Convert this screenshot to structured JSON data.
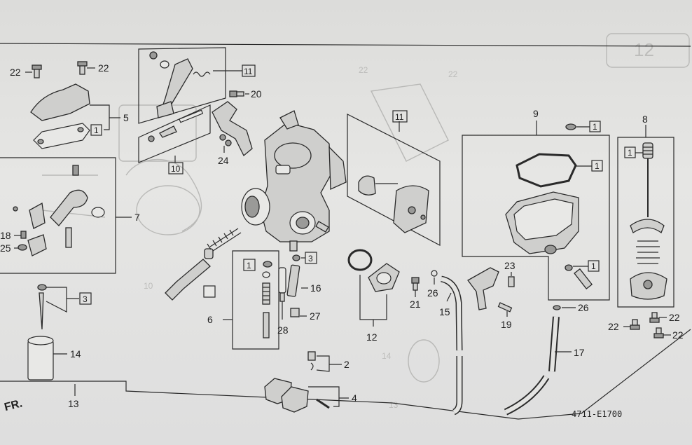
{
  "labels": {
    "p22a": "22",
    "p22b": "22",
    "p5": "5",
    "p7": "7",
    "p18": "18",
    "p25": "25",
    "p3a": "3",
    "p14": "14",
    "p13": "13",
    "p20": "20",
    "p10": "10",
    "p24": "24",
    "p11a": "11",
    "p6": "6",
    "p28": "28",
    "p16": "16",
    "p27": "27",
    "p11b": "11",
    "p12": "12",
    "p21": "21",
    "p26a": "26",
    "p15": "15",
    "p2": "2",
    "p4": "4",
    "p9": "9",
    "p23": "23",
    "p19": "19",
    "p26b": "26",
    "p17": "17",
    "p8": "8",
    "p22c": "22",
    "p22d": "22",
    "p22e": "22"
  },
  "qty_boxes": {
    "q5": "1",
    "q11a": "11",
    "q10": "10",
    "q6": "1",
    "q3b": "3",
    "q11b": "11",
    "q9a": "1",
    "q9b": "1",
    "q9c": "1",
    "q8": "1"
  },
  "fig_code": "4711-E1700",
  "corner_text": "FR.",
  "ghost_text": {
    "g12": "12",
    "g22": "22",
    "g22b": "22",
    "g10": "10",
    "g13": "13",
    "g14": "14"
  }
}
